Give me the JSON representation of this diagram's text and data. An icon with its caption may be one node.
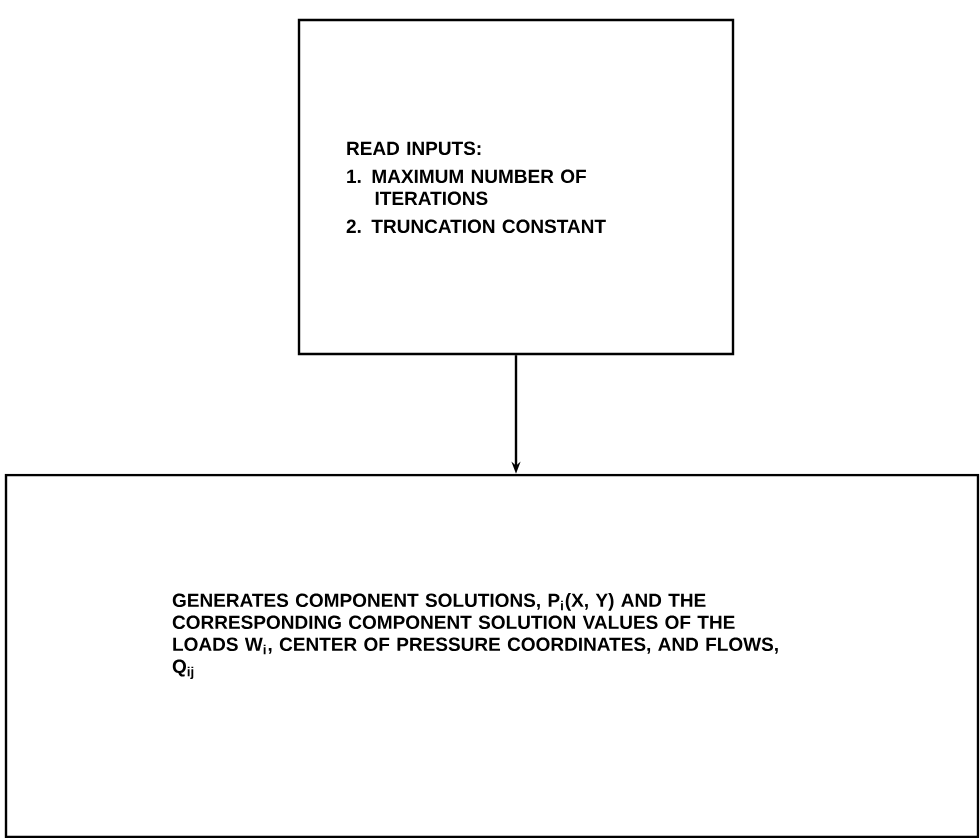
{
  "diagram": {
    "nodes": [
      {
        "text": [
          "READ INPUTS:",
          "1. MAXIMUM NUMBER OF ITERATIONS",
          "2. TRUNCATION CONSTANT"
        ]
      },
      {
        "text": [
          "GENERATES COMPONENT SOLUTIONS, P$_{i}$(X, Y) AND THE CORRESPONDING COMPONENT SOLUTION VALUES OF THE LOADS W$_{i}$, CENTER OF PRESSURE COORDINATES, AND FLOWS, Q$_{ij}$"
        ]
      }
    ],
    "edges": [
      {
        "from": 0,
        "to": 1,
        "arrow": "to"
      }
    ]
  }
}
